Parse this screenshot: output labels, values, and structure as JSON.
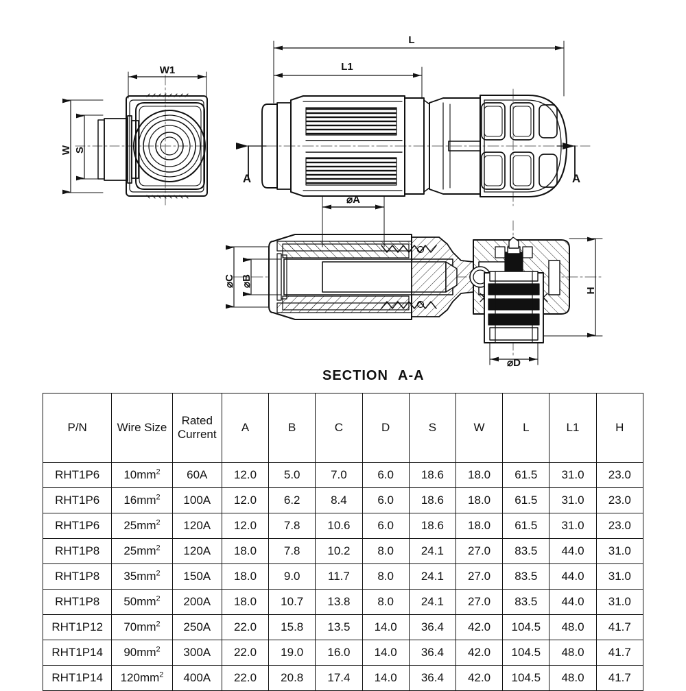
{
  "drawing": {
    "title": "Connector technical drawing with dimension table",
    "section_label_main": "SECTION",
    "section_label_id": "A-A",
    "section_marker_left": "A",
    "section_marker_right": "A",
    "dimensions": {
      "w1": "W1",
      "w": "W",
      "s": "S",
      "l": "L",
      "l1": "L1",
      "dia_a_top": "⌀A",
      "dia_a_section": "⌀A",
      "dia_b": "⌀B",
      "dia_c": "⌀C",
      "dia_d": "⌀D",
      "h": "H"
    },
    "colors": {
      "line": "#111111",
      "background": "#ffffff",
      "center_line": "#555555"
    }
  },
  "table": {
    "columns": [
      "P/N",
      "Wire Size",
      "Rated Current",
      "A",
      "B",
      "C",
      "D",
      "S",
      "W",
      "L",
      "L1",
      "H"
    ],
    "rows": [
      [
        "RHT1P6",
        "10mm²",
        "60A",
        "12.0",
        "5.0",
        "7.0",
        "6.0",
        "18.6",
        "18.0",
        "61.5",
        "31.0",
        "23.0"
      ],
      [
        "RHT1P6",
        "16mm²",
        "100A",
        "12.0",
        "6.2",
        "8.4",
        "6.0",
        "18.6",
        "18.0",
        "61.5",
        "31.0",
        "23.0"
      ],
      [
        "RHT1P6",
        "25mm²",
        "120A",
        "12.0",
        "7.8",
        "10.6",
        "6.0",
        "18.6",
        "18.0",
        "61.5",
        "31.0",
        "23.0"
      ],
      [
        "RHT1P8",
        "25mm²",
        "120A",
        "18.0",
        "7.8",
        "10.2",
        "8.0",
        "24.1",
        "27.0",
        "83.5",
        "44.0",
        "31.0"
      ],
      [
        "RHT1P8",
        "35mm²",
        "150A",
        "18.0",
        "9.0",
        "11.7",
        "8.0",
        "24.1",
        "27.0",
        "83.5",
        "44.0",
        "31.0"
      ],
      [
        "RHT1P8",
        "50mm²",
        "200A",
        "18.0",
        "10.7",
        "13.8",
        "8.0",
        "24.1",
        "27.0",
        "83.5",
        "44.0",
        "31.0"
      ],
      [
        "RHT1P12",
        "70mm²",
        "250A",
        "22.0",
        "15.8",
        "13.5",
        "14.0",
        "36.4",
        "42.0",
        "104.5",
        "48.0",
        "41.7"
      ],
      [
        "RHT1P14",
        "90mm²",
        "300A",
        "22.0",
        "19.0",
        "16.0",
        "14.0",
        "36.4",
        "42.0",
        "104.5",
        "48.0",
        "41.7"
      ],
      [
        "RHT1P14",
        "120mm²",
        "400A",
        "22.0",
        "20.8",
        "17.4",
        "14.0",
        "36.4",
        "42.0",
        "104.5",
        "48.0",
        "41.7"
      ]
    ]
  }
}
